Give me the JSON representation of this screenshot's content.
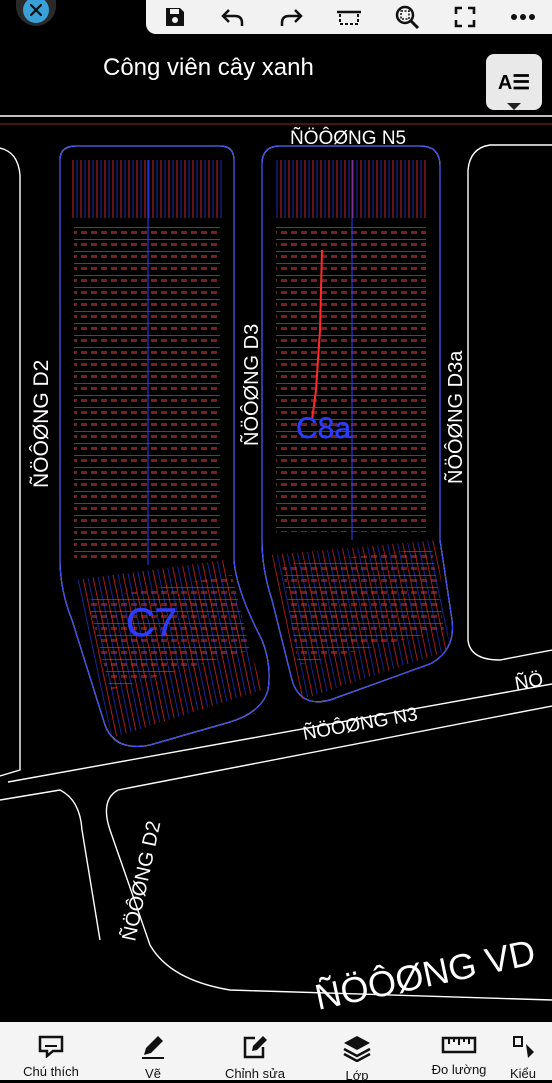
{
  "map": {
    "park_label": "Công viên cây xanh",
    "roads": {
      "n5": "ÑÖÔØNG N5",
      "d2": "ÑÖÔØNG D2",
      "d3": "ÑÖÔØNG D3",
      "d3a": "ÑÖÔØNG D3a",
      "n3": "ÑÖÔØNG N3",
      "d2_lower": "ÑÖÔØNG D2",
      "vd": "ÑÖÔØNG VD",
      "right_edge": "ÑÖ"
    },
    "blocks": {
      "c7": "C7",
      "c8a": "C8a"
    },
    "colors": {
      "background": "#000000",
      "road_line": "#ffffff",
      "road_red": "#c0392b",
      "lot_red": "#e0242a",
      "lot_blue": "#2b3cff",
      "label": "#ffffff"
    }
  },
  "toolbar": {
    "icons": [
      "save-icon",
      "undo-icon",
      "redo-icon",
      "crop-icon",
      "zoom-fit-icon",
      "fullscreen-icon",
      "more-icon"
    ]
  },
  "layer_button": {
    "label": "A☰"
  },
  "bottom_bar": {
    "items": [
      {
        "label": "Chú thích",
        "icon": "annotate-icon"
      },
      {
        "label": "Vẽ",
        "icon": "pencil-icon"
      },
      {
        "label": "Chỉnh sửa",
        "icon": "edit-icon"
      },
      {
        "label": "Lớp",
        "icon": "layers-icon"
      },
      {
        "label": "Đo lường",
        "icon": "ruler-icon"
      },
      {
        "label": "Kiểu",
        "icon": "style-icon"
      }
    ]
  }
}
